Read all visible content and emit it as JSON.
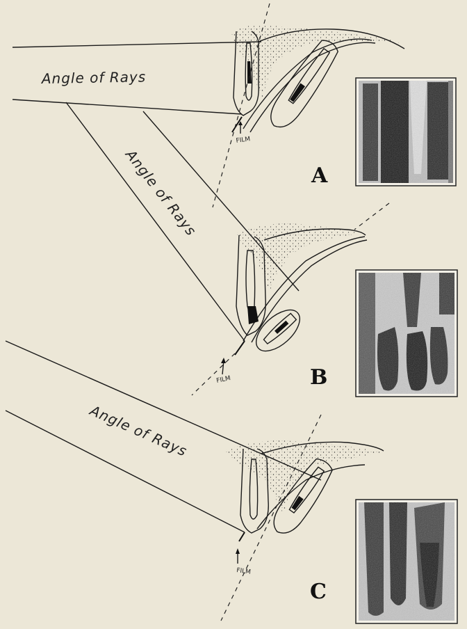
{
  "figure": {
    "panels": [
      {
        "id": "A",
        "letter": "A",
        "ray_label": "Angle of Rays",
        "film_label": "FILM"
      },
      {
        "id": "B",
        "letter": "B",
        "ray_label": "Angle of Rays",
        "film_label": "FILM"
      },
      {
        "id": "C",
        "letter": "C",
        "ray_label": "Angle of Rays",
        "film_label": "FILM"
      }
    ]
  },
  "colors": {
    "background": "#ece7d7",
    "ink": "#1a1a1a",
    "xray_dark": "#2a2a2a",
    "xray_light": "#cfcfcf"
  }
}
